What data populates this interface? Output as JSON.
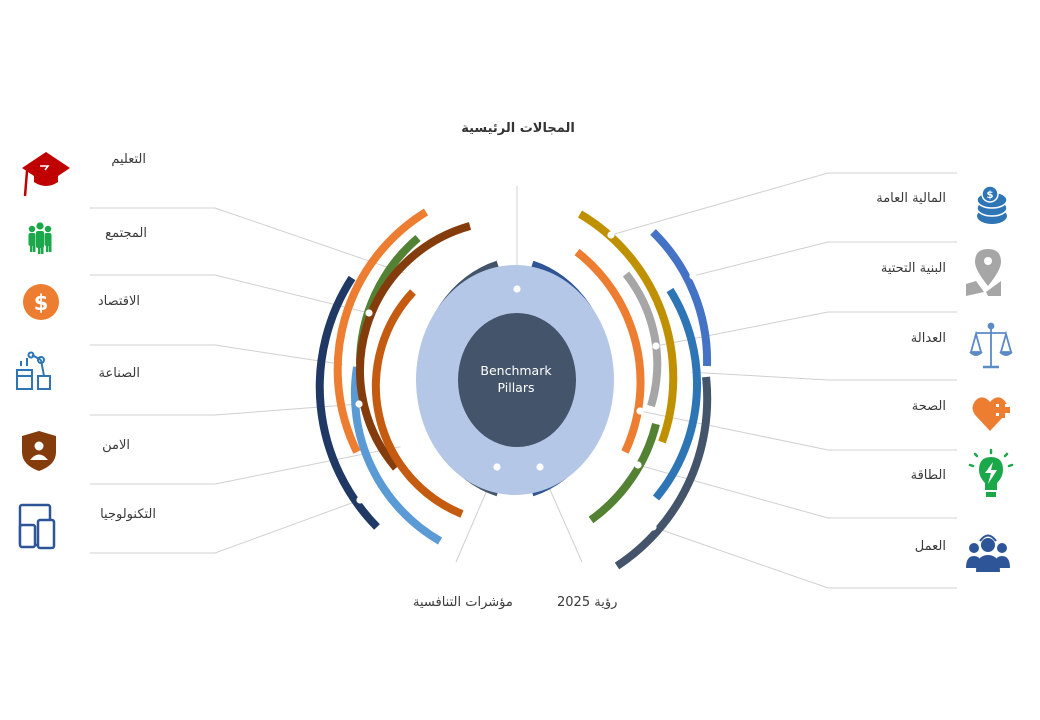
{
  "title": "المجالات الرئيسية",
  "center": {
    "line1": "Benchmark",
    "line2": "Pillars"
  },
  "left_items": [
    {
      "label": "التعليم",
      "icon": "graduation-cap-icon",
      "color": "#c00000"
    },
    {
      "label": "المجتمع",
      "icon": "people-group-icon",
      "color": "#1aa84a"
    },
    {
      "label": "الاقتصاد",
      "icon": "dollar-coin-icon",
      "color": "#ed7d31"
    },
    {
      "label": "الصناعة",
      "icon": "industrial-robot-icon",
      "color": "#2e75b6"
    },
    {
      "label": "الامن",
      "icon": "security-shield-icon",
      "color": "#843c0c"
    },
    {
      "label": "التكنولوجيا",
      "icon": "devices-icon",
      "color": "#2e5597"
    }
  ],
  "right_items": [
    {
      "label": "المالية العامة",
      "icon": "coins-stack-icon",
      "color": "#2e75b6"
    },
    {
      "label": "البنية التحتية",
      "icon": "map-pin-icon",
      "color": "#a6a6a6"
    },
    {
      "label": "العدالة",
      "icon": "justice-scale-icon",
      "color": "#5b8ac6"
    },
    {
      "label": "الصحة",
      "icon": "health-heart-icon",
      "color": "#ed7d31"
    },
    {
      "label": "الطاقة",
      "icon": "energy-bulb-icon",
      "color": "#1aa84a"
    },
    {
      "label": "العمل",
      "icon": "workers-icon",
      "color": "#2e5597"
    }
  ],
  "bottom_labels": {
    "left": "مؤشرات التنافسية",
    "right": "رؤية 2025"
  },
  "colors": {
    "navy": "#1f3864",
    "orange": "#ed7d31",
    "green": "#548235",
    "brown": "#843c0c",
    "light_blue": "#5b9bd5",
    "rust": "#c55a11",
    "gold": "#bf9000",
    "blue": "#4472c4",
    "gray": "#a6a6a6",
    "mid_blue": "#2e75b6",
    "slate": "#44546a",
    "core_light": "#b4c7e7",
    "core_dark": "#44546a",
    "ring_blue": "#2f5597"
  }
}
